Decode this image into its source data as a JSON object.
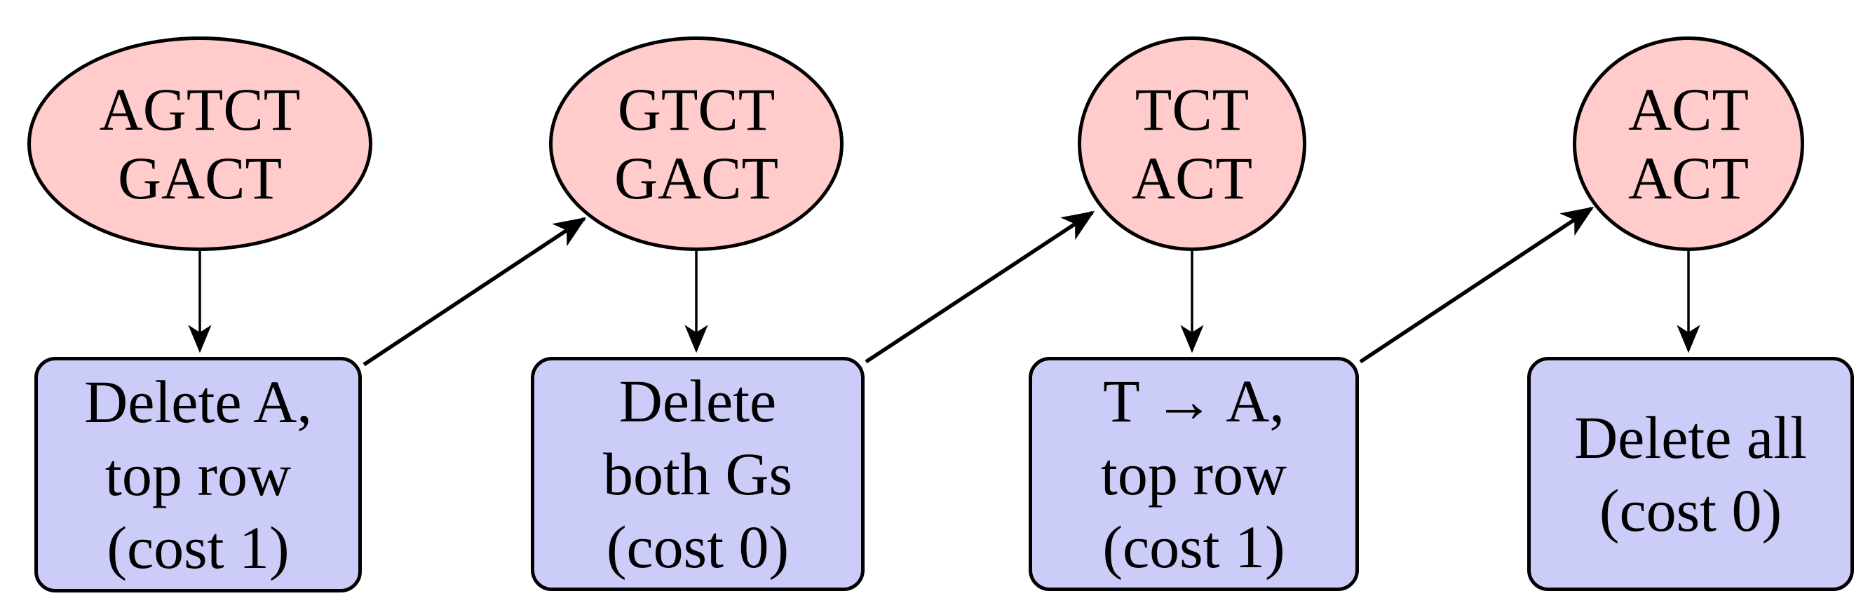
{
  "diagram": {
    "background": "#ffffff",
    "colors": {
      "state_fill": "#ffcbcb",
      "operation_fill": "#ccccf8",
      "stroke": "#000000",
      "arrow": "#000000",
      "text": "#000000"
    },
    "states": [
      {
        "lines": [
          "AGTCT",
          "GACT"
        ]
      },
      {
        "lines": [
          "GTCT",
          "GACT"
        ]
      },
      {
        "lines": [
          "TCT",
          "ACT"
        ]
      },
      {
        "lines": [
          "ACT",
          "ACT"
        ]
      }
    ],
    "operations": [
      {
        "lines": [
          "Delete A,",
          "top row",
          "(cost 1)"
        ]
      },
      {
        "lines": [
          "Delete",
          "both Gs",
          "(cost 0)"
        ]
      },
      {
        "lines": [
          "T → A,",
          "top row",
          "(cost 1)"
        ]
      },
      {
        "lines": [
          "Delete all",
          "(cost 0)"
        ]
      }
    ],
    "edges": [
      {
        "from": "state-1",
        "to": "operation-1",
        "type": "vertical"
      },
      {
        "from": "operation-1",
        "to": "state-2",
        "type": "diagonal"
      },
      {
        "from": "state-2",
        "to": "operation-2",
        "type": "vertical"
      },
      {
        "from": "operation-2",
        "to": "state-3",
        "type": "diagonal"
      },
      {
        "from": "state-3",
        "to": "operation-3",
        "type": "vertical"
      },
      {
        "from": "operation-3",
        "to": "state-4",
        "type": "diagonal"
      },
      {
        "from": "state-4",
        "to": "operation-4",
        "type": "vertical"
      }
    ]
  }
}
